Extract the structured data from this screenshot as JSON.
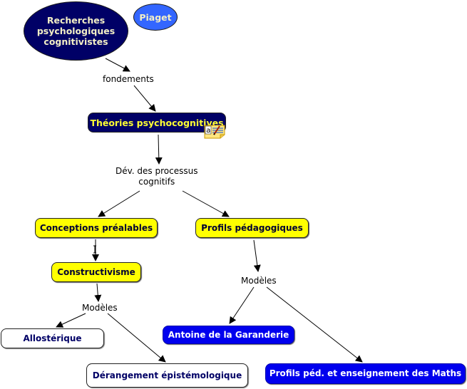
{
  "concepts": {
    "recherches": "Recherches psychologiques cognitivistes",
    "recherches_lines": [
      "Recherches",
      "psychologiques",
      "cognitivistes"
    ],
    "piaget": "Piaget",
    "theories": "Théories psychocognitives",
    "conceptions": "Conceptions préalables",
    "constructivisme": "Constructivisme",
    "profils": "Profils pédagogiques",
    "allosterique": "Allostérique",
    "derangement": "Dérangement épistémologique",
    "antoine": "Antoine de la Garanderie",
    "profils_maths": "Profils péd. et enseignement des Maths"
  },
  "linking_phrases": {
    "fondements": "fondements",
    "dev_line1": "Dév. des  processus",
    "dev_line2": "cognitifs",
    "modeles_left": "Modèles",
    "modeles_right": "Modèles"
  },
  "icons": {
    "note": "annotation-note-icon",
    "cursor": "text-cursor-icon"
  },
  "colors": {
    "navy": "#000066",
    "yellow": "#ffff00",
    "blue": "#0000ee",
    "light_blue": "#3366ff",
    "title_text": "#ffff33"
  }
}
